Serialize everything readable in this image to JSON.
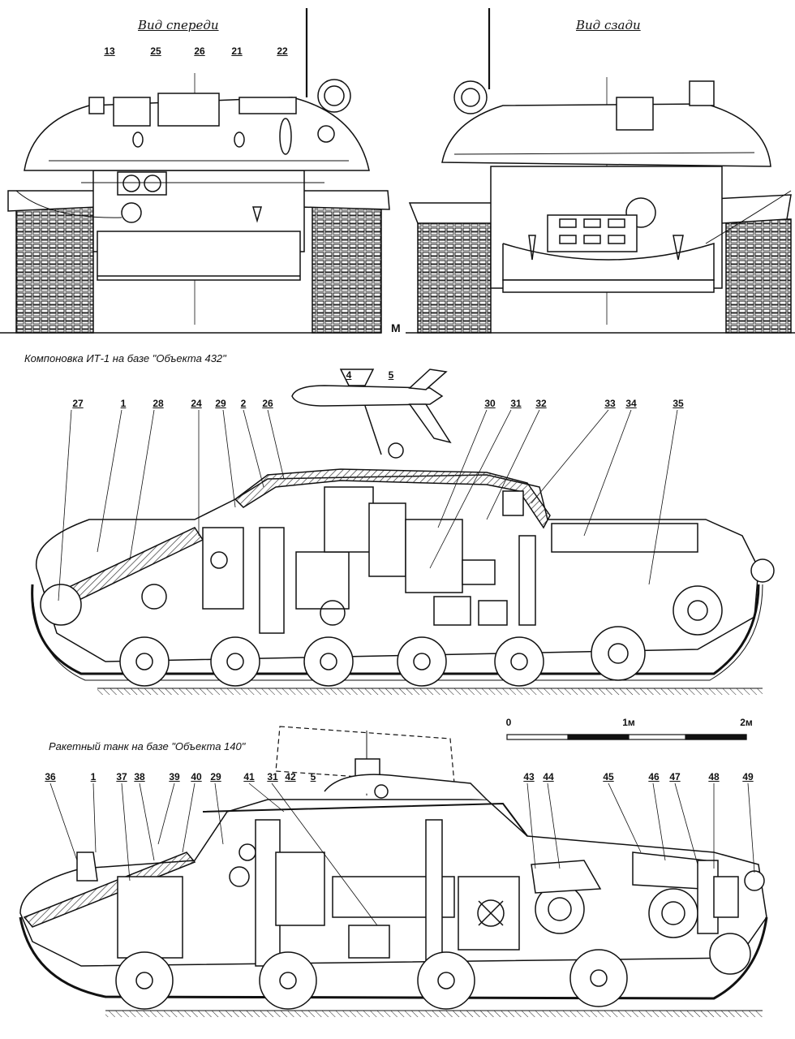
{
  "views": {
    "front_title": "Вид спереди",
    "rear_title": "Вид сзади",
    "front_callouts": [
      "13",
      "25",
      "26",
      "21",
      "22"
    ],
    "ground_mark": "M"
  },
  "layouts": {
    "it1_caption": "Компоновка ИТ-1  на базе \"Объекта 432\"",
    "it1_callouts": [
      "27",
      "1",
      "28",
      "24",
      "29",
      "2",
      "26",
      "4",
      "5",
      "30",
      "31",
      "32",
      "33",
      "34",
      "35"
    ],
    "obj140_caption": "Ракетный танк на базе \"Объекта 140\"",
    "obj140_callouts": [
      "36",
      "1",
      "37",
      "38",
      "39",
      "40",
      "29",
      "41",
      "31",
      "42",
      "5",
      "43",
      "44",
      "45",
      "46",
      "47",
      "48",
      "49"
    ]
  },
  "scale_bar": {
    "labels": [
      "0",
      "1м",
      "2м"
    ]
  },
  "colors": {
    "ink": "#111111",
    "paper": "#ffffff",
    "hatch": "#555555"
  }
}
